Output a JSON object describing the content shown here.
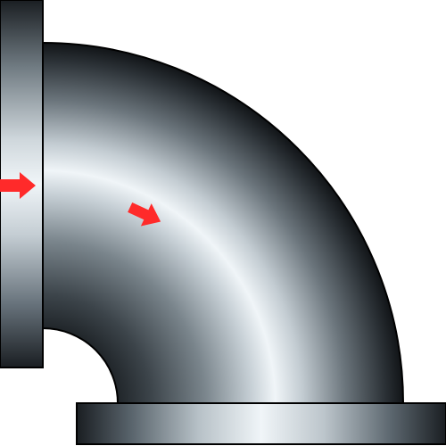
{
  "diagram": {
    "subject": "pipe-elbow-90-degree-with-flanges",
    "parts": [
      {
        "id": "left-flange",
        "kind": "flange",
        "orientation": "vertical"
      },
      {
        "id": "elbow-body",
        "kind": "elbow",
        "angle_degrees": 90
      },
      {
        "id": "bottom-flange",
        "kind": "flange",
        "orientation": "horizontal"
      }
    ],
    "arrows": [
      {
        "id": "inlet-flow-arrow",
        "direction": "right"
      },
      {
        "id": "bend-flow-arrow",
        "direction": "down-right"
      }
    ]
  },
  "colors": {
    "background": "#ffffff",
    "metal_dark": "#111417",
    "metal_mid": "#7a858c",
    "metal_highlight": "#eef4f8",
    "outline": "#000000",
    "arrow": "#ff2a2a"
  }
}
